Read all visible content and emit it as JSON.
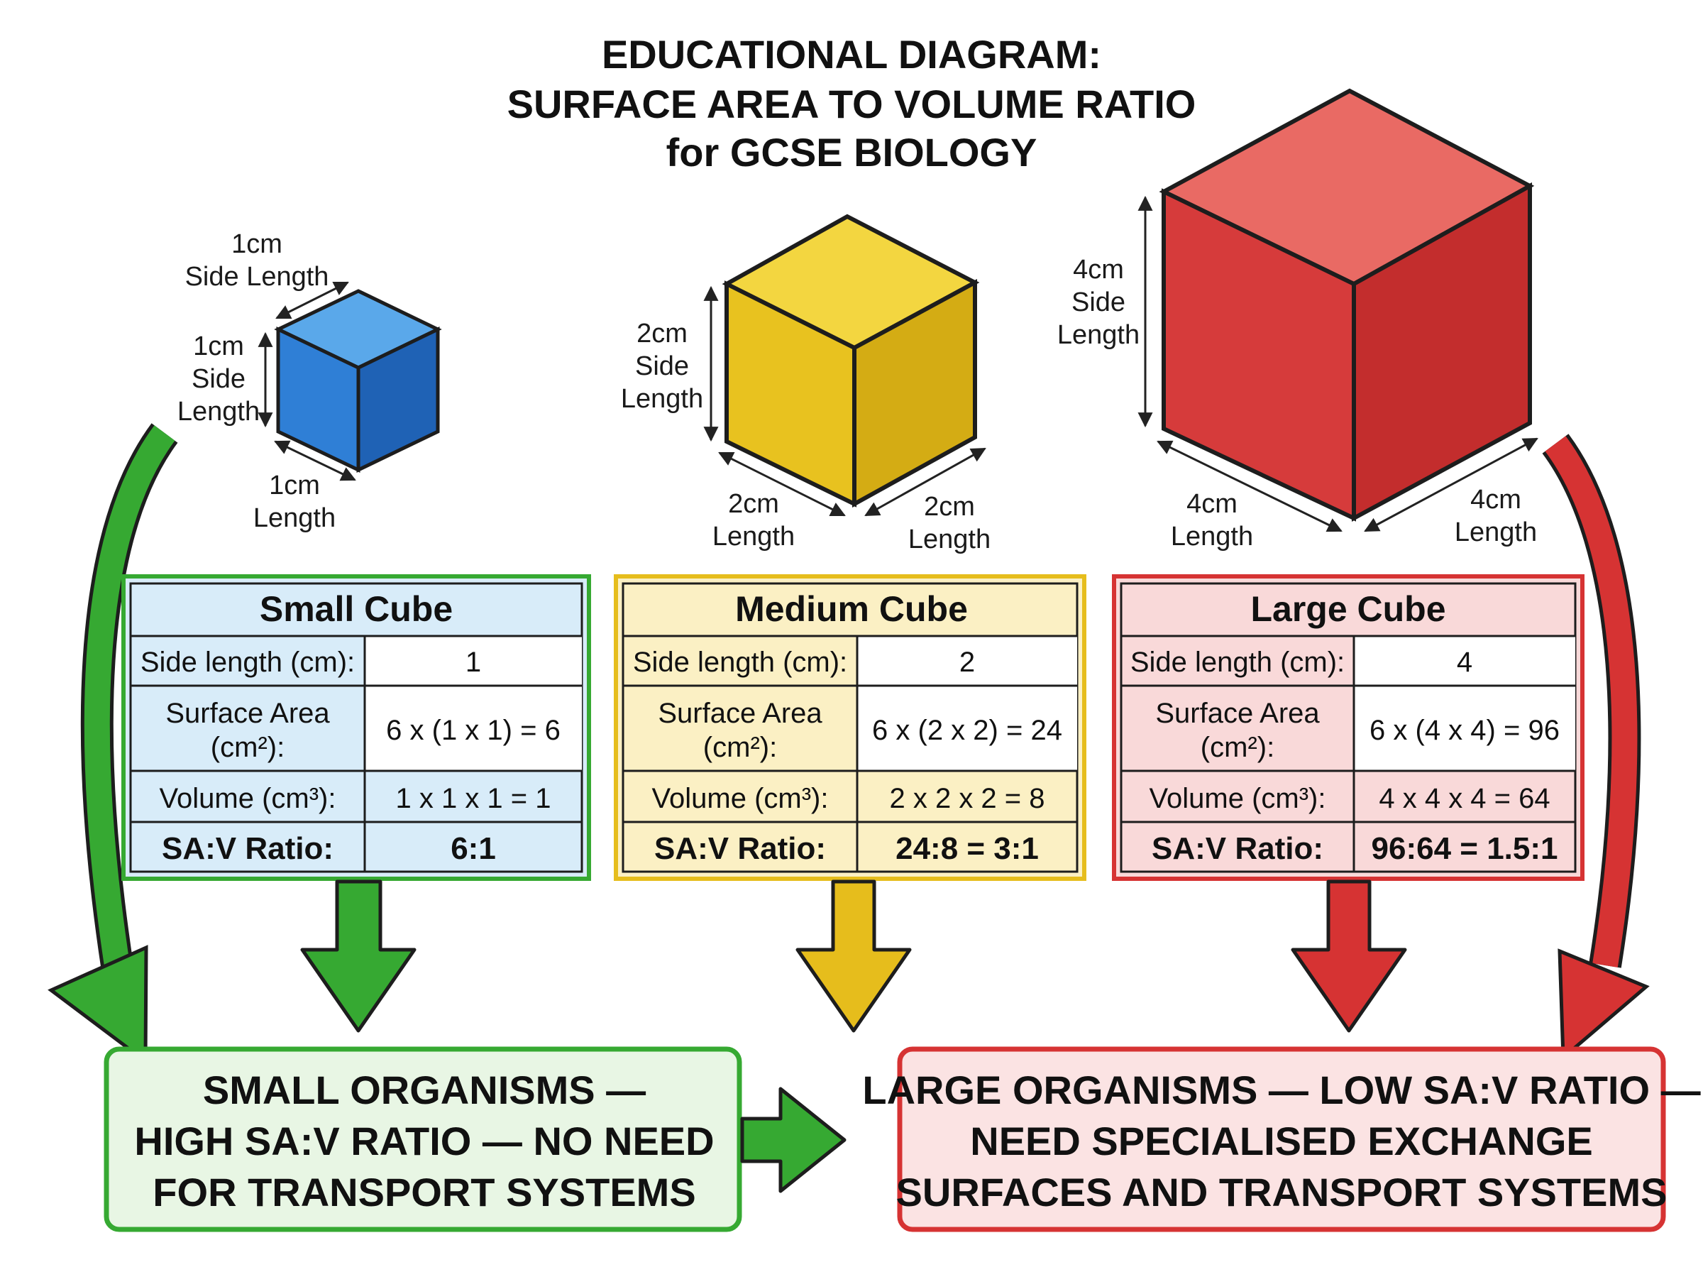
{
  "title": {
    "line1": "EDUCATIONAL DIAGRAM:",
    "line2": "SURFACE AREA TO VOLUME RATIO",
    "line3": "for GCSE BIOLOGY"
  },
  "colors": {
    "small": "#2f7fd6",
    "medium": "#e8c21f",
    "large": "#d63b3b",
    "green": "#36a932",
    "yellow_arrow": "#e6bd1c",
    "red_arrow": "#d63333"
  },
  "cubes": [
    {
      "id": "small",
      "top_dim": [
        "1cm",
        "Side Length"
      ],
      "left_dim": [
        "1cm",
        "Side",
        "Length"
      ],
      "bottom_dim": [
        "1cm",
        "Length"
      ]
    },
    {
      "id": "medium",
      "left_dim": [
        "2cm",
        "Side",
        "Length"
      ],
      "bottom_left_dim": [
        "2cm",
        "Length"
      ],
      "bottom_right_dim": [
        "2cm",
        "Length"
      ]
    },
    {
      "id": "large",
      "left_dim": [
        "4cm",
        "Side",
        "Length"
      ],
      "bottom_left_dim": [
        "4cm",
        "Length"
      ],
      "bottom_right_dim": [
        "4cm",
        "Length"
      ]
    }
  ],
  "tables": [
    {
      "id": "small",
      "heading": "Small Cube",
      "side_label": "Side length (cm):",
      "side_value": "1",
      "sa_label_1": "Surface Area",
      "sa_label_2": "(cm²):",
      "sa_value": "6 x (1 x 1) = 6",
      "vol_label": "Volume (cm³):",
      "vol_value": "1 x 1 x 1 = 1",
      "ratio_label": "SA:V Ratio:",
      "ratio_value": "6:1"
    },
    {
      "id": "medium",
      "heading": "Medium Cube",
      "side_label": "Side length (cm):",
      "side_value": "2",
      "sa_label_1": "Surface Area",
      "sa_label_2": "(cm²):",
      "sa_value": "6 x (2 x 2) = 24",
      "vol_label": "Volume (cm³):",
      "vol_value": "2 x 2 x 2 = 8",
      "ratio_label": "SA:V Ratio:",
      "ratio_value": "24:8 = 3:1"
    },
    {
      "id": "large",
      "heading": "Large Cube",
      "side_label": "Side length (cm):",
      "side_value": "4",
      "sa_label_1": "Surface Area",
      "sa_label_2": "(cm²):",
      "sa_value": "6 x (4 x 4) = 96",
      "vol_label": "Volume (cm³):",
      "vol_value": "4 x 4 x 4 = 64",
      "ratio_label": "SA:V Ratio:",
      "ratio_value": "96:64 = 1.5:1"
    }
  ],
  "outcomes": {
    "small": [
      "SMALL ORGANISMS —",
      "HIGH SA:V RATIO — NO NEED",
      "FOR TRANSPORT SYSTEMS"
    ],
    "large": [
      "LARGE ORGANISMS — LOW SA:V RATIO —",
      "NEED SPECIALISED EXCHANGE",
      "SURFACES AND TRANSPORT SYSTEMS"
    ]
  }
}
